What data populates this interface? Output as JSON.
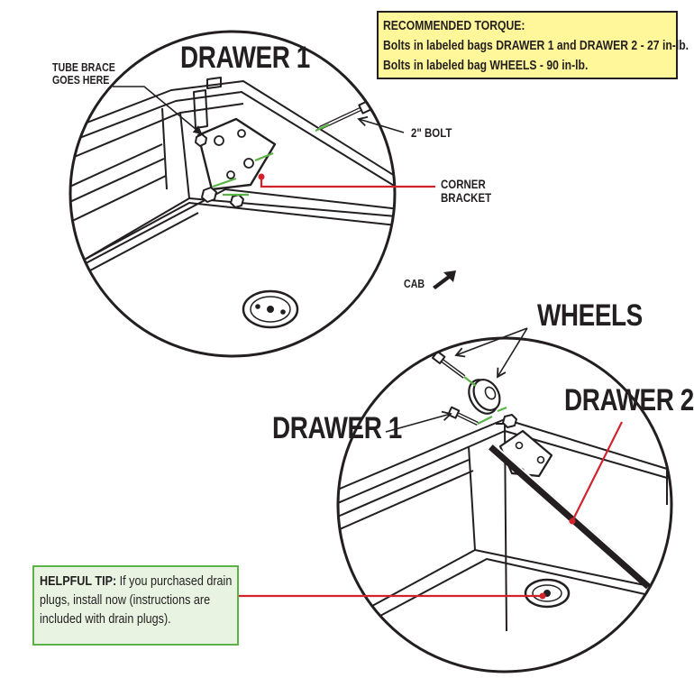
{
  "torque": {
    "heading": "RECOMMENDED TORQUE:",
    "line1": "Bolts in labeled bags DRAWER 1 and DRAWER 2 - 27 in-lb.",
    "line2": "Bolts in labeled bag WHEELS - 90 in-lb."
  },
  "top_view": {
    "title": "DRAWER 1",
    "tube_brace_line1": "TUBE BRACE",
    "tube_brace_line2": "GOES HERE",
    "bolt_label": "2\" BOLT",
    "corner_line1": "CORNER",
    "corner_line2": "BRACKET"
  },
  "cab_label": "CAB",
  "bottom_view": {
    "wheels_label": "WHEELS",
    "drawer1_label": "DRAWER 1",
    "drawer2_label": "DRAWER 2"
  },
  "tip": {
    "prefix": "HELPFUL TIP:",
    "line1": " If you purchased drain",
    "line2": "plugs, install now (instructions are",
    "line3": "included with drain plugs)."
  },
  "colors": {
    "ink": "#231f20",
    "callout_red": "#d2232a",
    "bolt_green": "#5bb247",
    "torque_fill": "#fff799",
    "tip_fill": "#e8f3e2"
  }
}
